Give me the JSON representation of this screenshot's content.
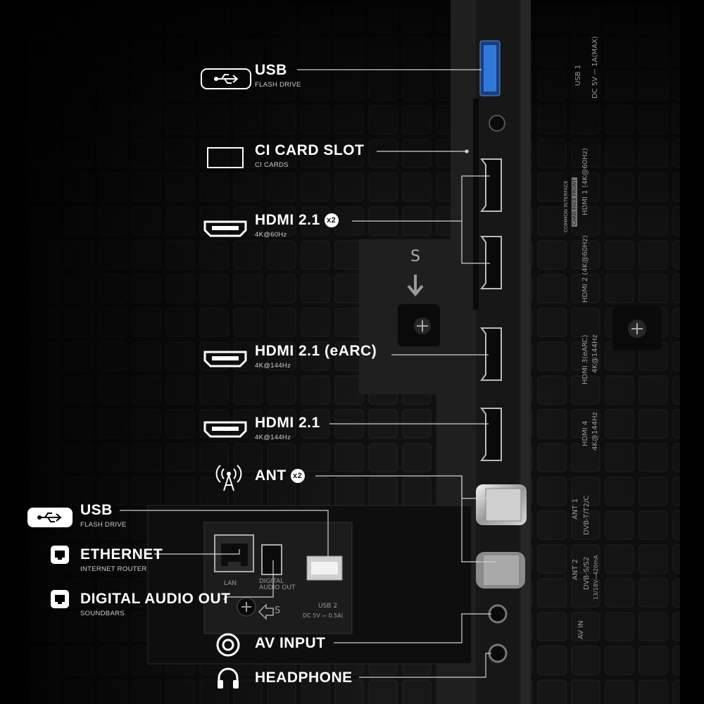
{
  "colors": {
    "background": "#000000",
    "panel": "#262626",
    "grid_cell": "#1b1b1b",
    "label": "#ffffff",
    "sublabel": "#cfcfcf",
    "usb_blue": "#2f78d8",
    "leader_line": "#d0d0d0"
  },
  "ports": [
    {
      "id": "usb_top",
      "title": "USB",
      "subtitle": "FLASH DRIVE",
      "icon": "usb-icon"
    },
    {
      "id": "ci",
      "title": "CI CARD SLOT",
      "subtitle": "CI CARDS",
      "icon": "card-slot-icon"
    },
    {
      "id": "hdmi_x2",
      "title": "HDMI 2.1",
      "badge": "x2",
      "subtitle": "4K@60Hz",
      "icon": "hdmi-icon"
    },
    {
      "id": "hdmi_earc",
      "title": "HDMI 2.1 (eARC)",
      "subtitle": "4K@144Hz",
      "icon": "hdmi-icon"
    },
    {
      "id": "hdmi",
      "title": "HDMI 2.1",
      "subtitle": "4K@144Hz",
      "icon": "hdmi-icon"
    },
    {
      "id": "ant",
      "title": "ANT",
      "badge": "x2",
      "icon": "antenna-icon"
    },
    {
      "id": "usb_low",
      "title": "USB",
      "subtitle": "FLASH DRIVE",
      "icon": "usb-icon"
    },
    {
      "id": "eth",
      "title": "ETHERNET",
      "subtitle": "INTERNET ROUTER",
      "icon": "ethernet-icon"
    },
    {
      "id": "dao",
      "title": "DIGITAL AUDIO OUT",
      "subtitle": "SOUNDBARS",
      "icon": "optical-icon"
    },
    {
      "id": "av",
      "title": "AV INPUT",
      "icon": "av-icon"
    },
    {
      "id": "hp",
      "title": "HEADPHONE",
      "icon": "headphone-icon"
    }
  ],
  "panel_text": {
    "lan": "LAN",
    "digital_audio_out": "DIGITAL\nAUDIO OUT",
    "usb2": "USB 2",
    "usb2_power": "DC 5V ⎓ 0.5A(",
    "screw_mark": "S",
    "s_mark": "S",
    "usb1": "USB 1",
    "usb1_power": "DC 5V ⎓ 1A(MAX)",
    "common_interface": "COMMON INTERFACE",
    "card_face_front": "CARD FACE FRONT",
    "hdmi1": "HDMI 1 (4K@60Hz)",
    "hdmi2": "HDMI 2 (4K@60Hz)",
    "hdmi3_a": "HDMI 3(eARC)",
    "hdmi3_b": "4K@144Hz",
    "hdmi4_a": "HDMI 4",
    "hdmi4_b": "4K@144Hz",
    "ant1_a": "ANT 1",
    "ant1_b": "DVB-T/T2/C",
    "ant2_a": "ANT 2",
    "ant2_b": "DVB-S/S2",
    "ant2_c": "13/18V⎓420mA",
    "av_in": "AV IN"
  }
}
